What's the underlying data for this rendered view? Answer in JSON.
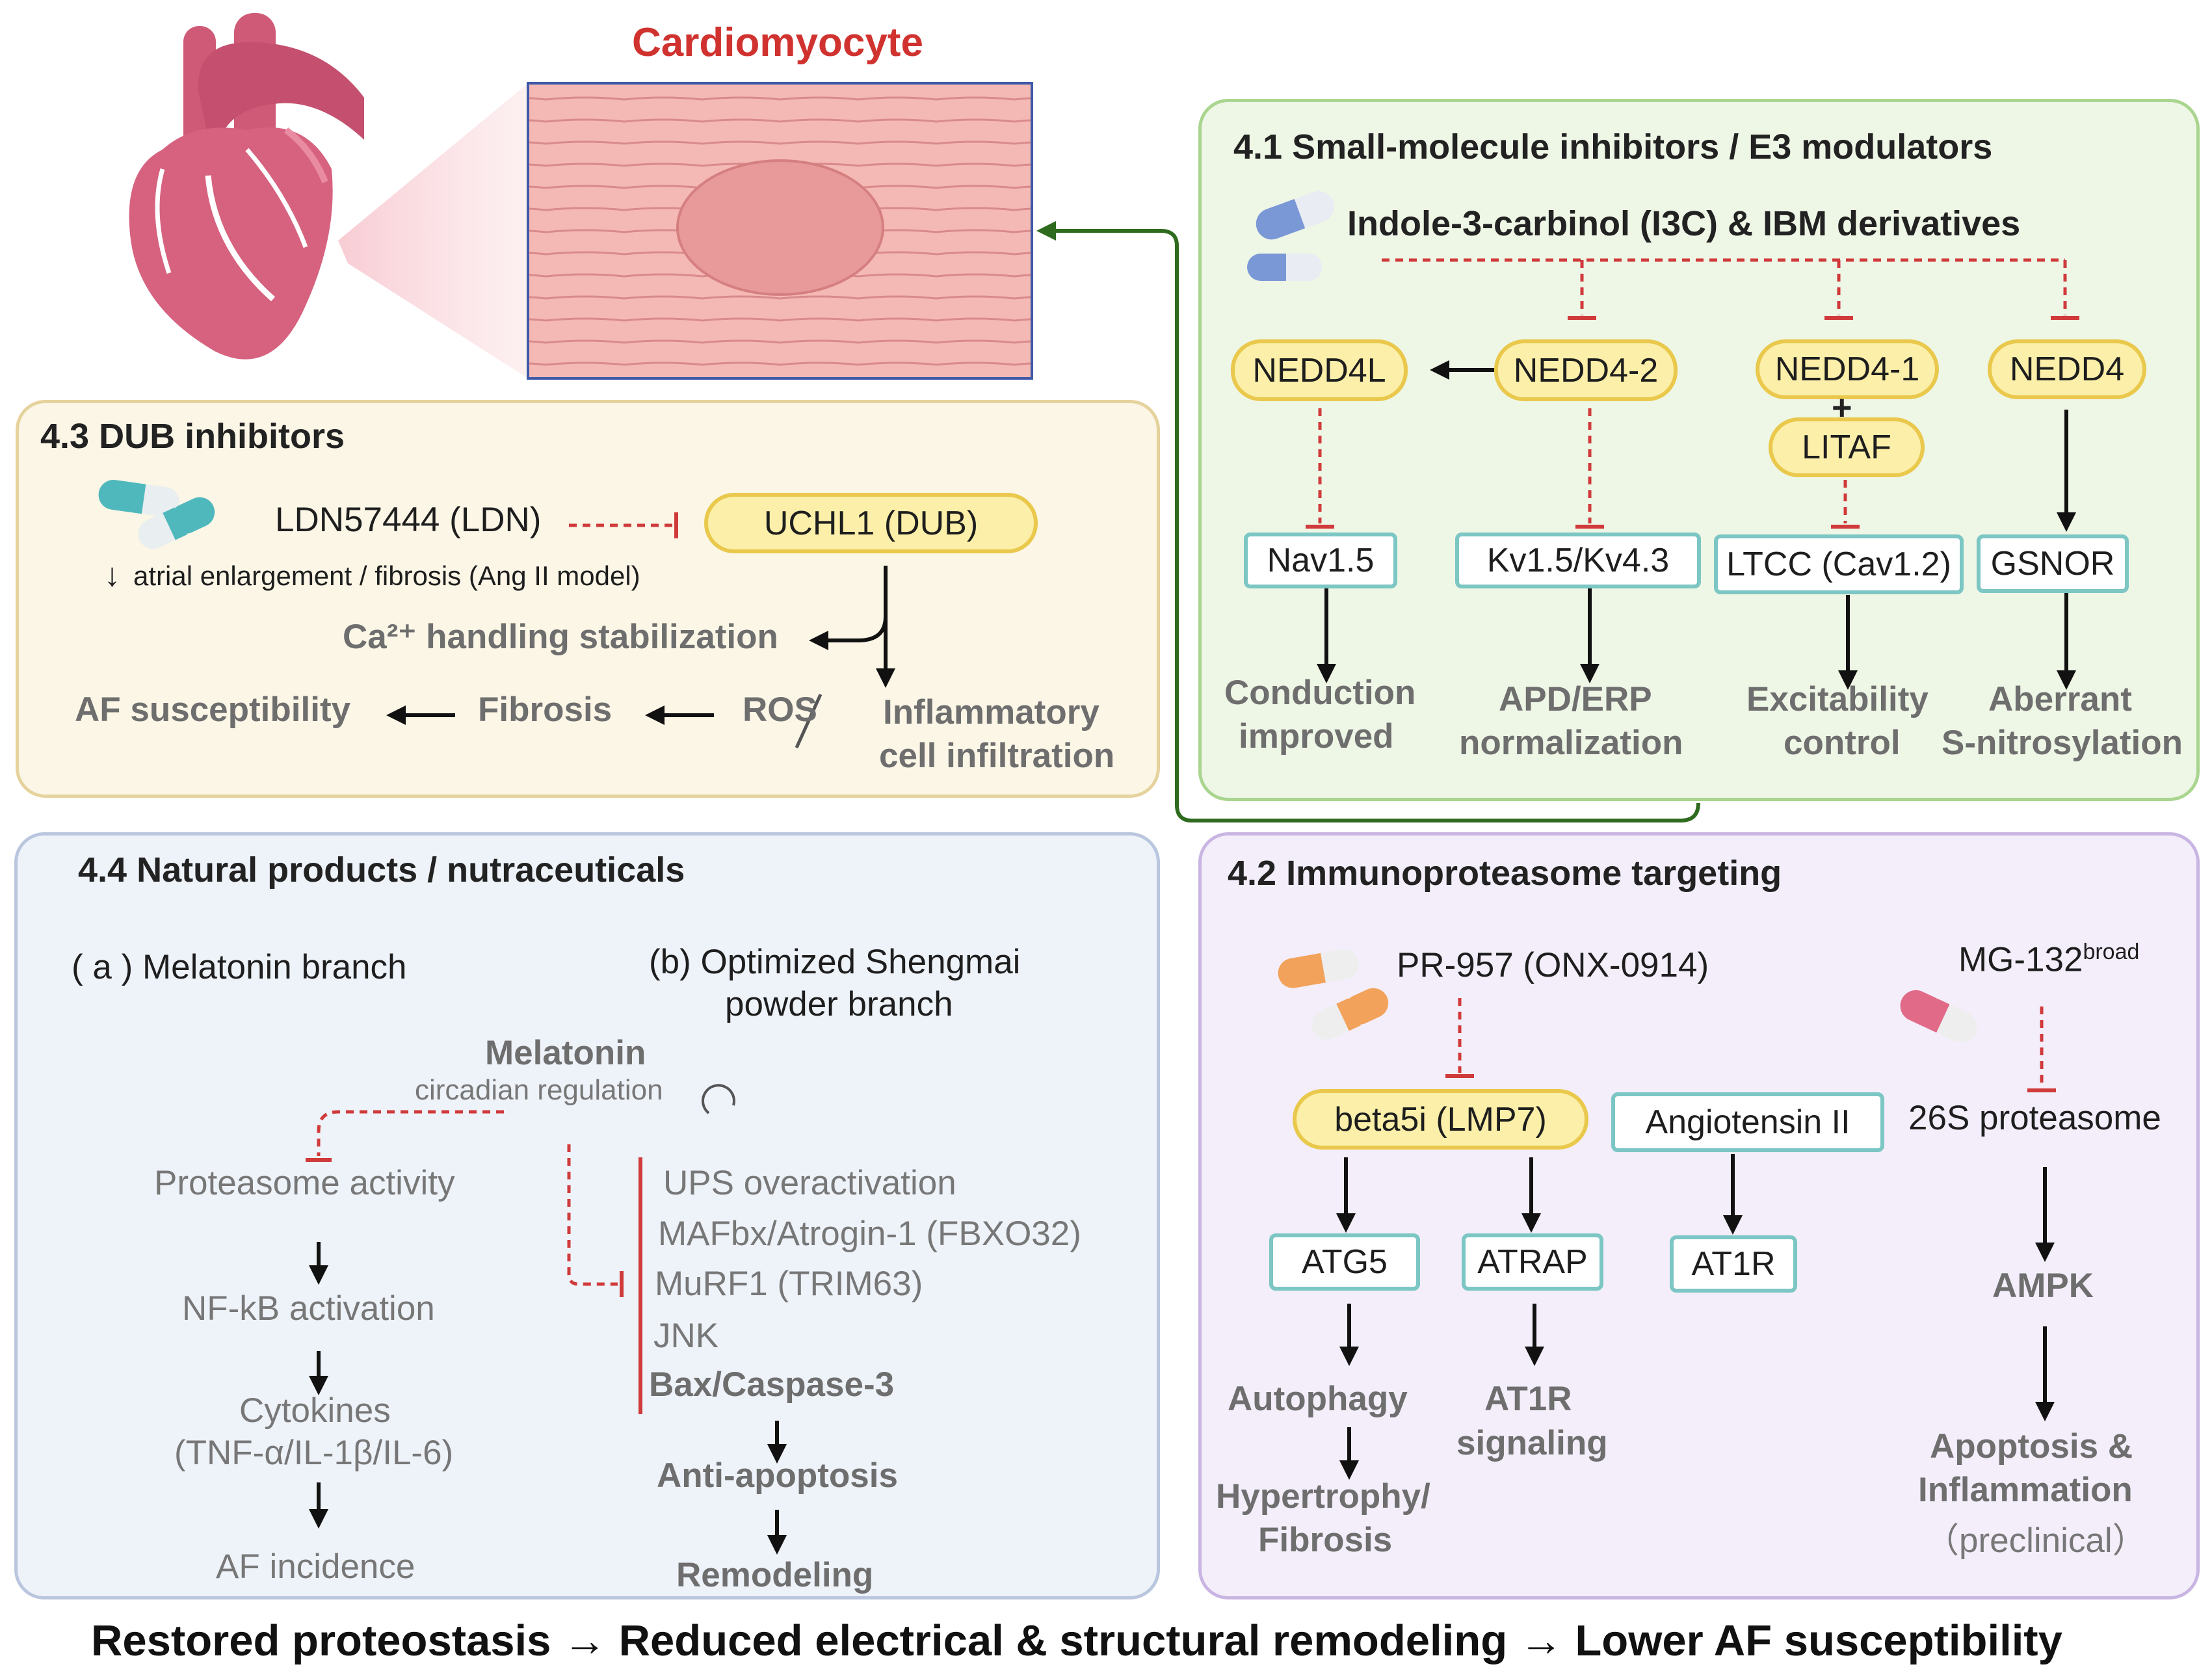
{
  "header": {
    "cell_label": "Cardiomyocyte"
  },
  "panel_41": {
    "title": "4.1 Small-molecule inhibitors / E3 modulators",
    "drug": "Indole-3-carbinol (I3C) & IBM derivatives",
    "targets": [
      "NEDD4L",
      "NEDD4-2",
      "NEDD4-1",
      "LITAF",
      "NEDD4"
    ],
    "plus": "+",
    "channels": [
      "Nav1.5",
      "Kv1.5/Kv4.3",
      "LTCC (Cav1.2)",
      "GSNOR"
    ],
    "outcomes": [
      [
        "Conduction",
        "improved"
      ],
      [
        "APD/ERP",
        "normalization"
      ],
      [
        "Excitability",
        "control"
      ],
      [
        "Aberrant",
        "S-nitrosylation"
      ]
    ]
  },
  "panel_43": {
    "title": "4.3 DUB inhibitors",
    "drug": "LDN57444 (LDN)",
    "target": "UCHL1 (DUB)",
    "note_arrow": "↓",
    "note": "atrial enlargement / fibrosis (Ang II model)",
    "ca": "Ca²⁺ handling stabilization",
    "chain": [
      "AF susceptibility",
      "Fibrosis",
      "ROS"
    ],
    "slash": "/",
    "inflam": [
      "Inflammatory",
      "cell infiltration"
    ]
  },
  "panel_44": {
    "title": "4.4 Natural products / nutraceuticals",
    "branch_a": "( a )  Melatonin branch",
    "branch_b": [
      "(b) Optimized Shengmai",
      "powder branch"
    ],
    "melatonin": "Melatonin",
    "circadian": "circadian regulation",
    "chain_a": [
      "Proteasome activity",
      "NF-kB activation",
      "Cytokines",
      "(TNF-α/IL-1β/IL-6)",
      "AF incidence"
    ],
    "list_b": [
      "UPS overactivation",
      "MAFbx/Atrogin-1 (FBXO32)",
      "MuRF1 (TRIM63)",
      "JNK",
      "Bax/Caspase-3"
    ],
    "chain_b": [
      "Anti-apoptosis",
      "Remodeling"
    ]
  },
  "panel_42": {
    "title": "4.2 Immunoproteasome targeting",
    "drug1": "PR-957 (ONX-0914)",
    "drug2": "MG-132",
    "drug2_sup": "broad",
    "target1": "beta5i (LMP7)",
    "angii": "Angiotensin II",
    "proteasome": "26S proteasome",
    "boxes": [
      "ATG5",
      "ATRAP",
      "AT1R"
    ],
    "ampk": "AMPK",
    "autophagy": "Autophagy",
    "hypertrophy": [
      "Hypertrophy/",
      "Fibrosis"
    ],
    "at1r_sig": [
      "AT1R",
      "signaling"
    ],
    "apoptosis": [
      "Apoptosis &",
      "Inflammation"
    ],
    "preclinical": "（preclinical）"
  },
  "footer": "Restored proteostasis → Reduced electrical & structural remodeling → Lower AF susceptibility",
  "colors": {
    "panel_41_bg": "#eef6e6",
    "panel_41_border": "#a9d58f",
    "panel_43_bg": "#fbf6e6",
    "panel_43_border": "#e5d29c",
    "panel_44_bg": "#eef2f9",
    "panel_44_border": "#b9c6de",
    "panel_42_bg": "#f3eefa",
    "panel_42_border": "#c9b5e2",
    "pill_fill": "#fbefa9",
    "pill_border": "#e9c84c",
    "box_border": "#7cc6c4",
    "inhibit": "#d03a3a",
    "connector": "#2f6b1f",
    "heart": "#cf5a78",
    "cell": "#f4b8b5",
    "cell_border": "#3e5aa8",
    "cell_label": "#d0332f"
  }
}
